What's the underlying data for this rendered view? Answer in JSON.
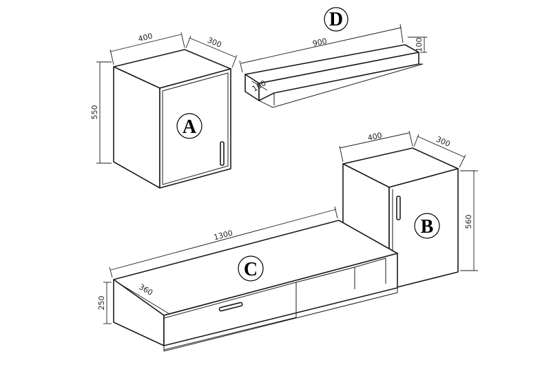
{
  "units": {
    "A": {
      "label": "A",
      "width": "400",
      "depth": "300",
      "height": "550"
    },
    "B": {
      "label": "B",
      "width": "400",
      "depth": "300",
      "height": "560"
    },
    "C": {
      "label": "C",
      "length": "1300",
      "depth": "360",
      "height": "250"
    },
    "D": {
      "label": "D",
      "length": "900",
      "height": "100",
      "depth": "100"
    }
  },
  "colors": {
    "line": "#1a1a1a",
    "background": "#ffffff"
  }
}
